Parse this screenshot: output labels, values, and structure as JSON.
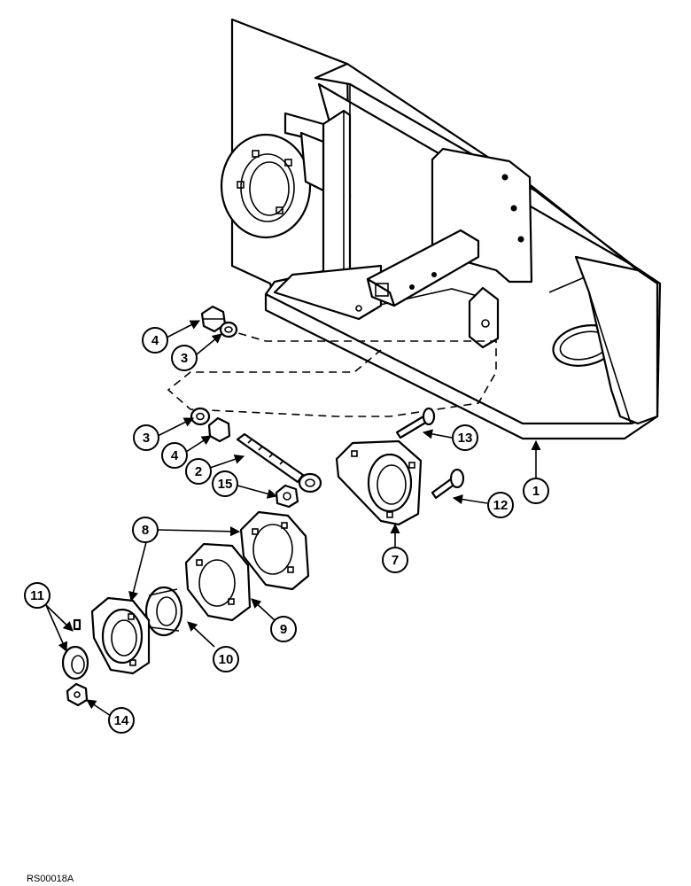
{
  "figure": {
    "reference_code": "RS00018A",
    "callouts": [
      {
        "id": "c1",
        "label": "1"
      },
      {
        "id": "c2",
        "label": "2"
      },
      {
        "id": "c3a",
        "label": "3"
      },
      {
        "id": "c3b",
        "label": "3"
      },
      {
        "id": "c4a",
        "label": "4"
      },
      {
        "id": "c4b",
        "label": "4"
      },
      {
        "id": "c7",
        "label": "7"
      },
      {
        "id": "c8",
        "label": "8"
      },
      {
        "id": "c9",
        "label": "9"
      },
      {
        "id": "c10",
        "label": "10"
      },
      {
        "id": "c11",
        "label": "11"
      },
      {
        "id": "c12",
        "label": "12"
      },
      {
        "id": "c13",
        "label": "13"
      },
      {
        "id": "c14",
        "label": "14"
      },
      {
        "id": "c15",
        "label": "15"
      }
    ]
  }
}
